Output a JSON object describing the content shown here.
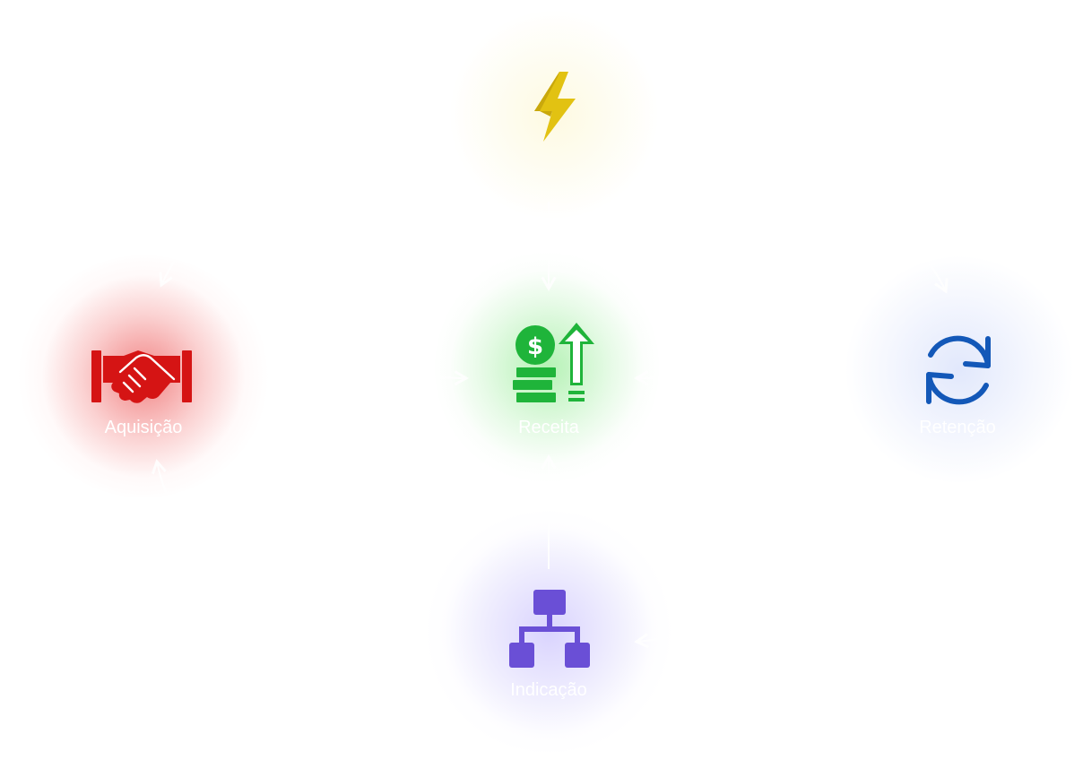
{
  "nodes": {
    "energy": {
      "label": "",
      "icon": "lightning-icon",
      "color": "#E2C212"
    },
    "acquisition": {
      "label": "Aquisição",
      "icon": "handshake-icon",
      "color": "#D51414"
    },
    "revenue": {
      "label": "Receita",
      "icon": "money-growth-icon",
      "color": "#1FB43A"
    },
    "retention": {
      "label": "Retenção",
      "icon": "refresh-icon",
      "color": "#1358B8"
    },
    "referral": {
      "label": "Indicação",
      "icon": "hierarchy-icon",
      "color": "#6A4FD6"
    }
  },
  "edges": [
    {
      "from": "energy",
      "to": "revenue"
    },
    {
      "from": "acquisition",
      "to": "revenue"
    },
    {
      "from": "retention",
      "to": "revenue"
    },
    {
      "from": "referral",
      "to": "revenue"
    },
    {
      "from": "energy",
      "to": "acquisition"
    },
    {
      "from": "energy",
      "to": "retention"
    },
    {
      "from": "retention",
      "to": "referral"
    },
    {
      "from": "referral",
      "to": "acquisition"
    }
  ]
}
